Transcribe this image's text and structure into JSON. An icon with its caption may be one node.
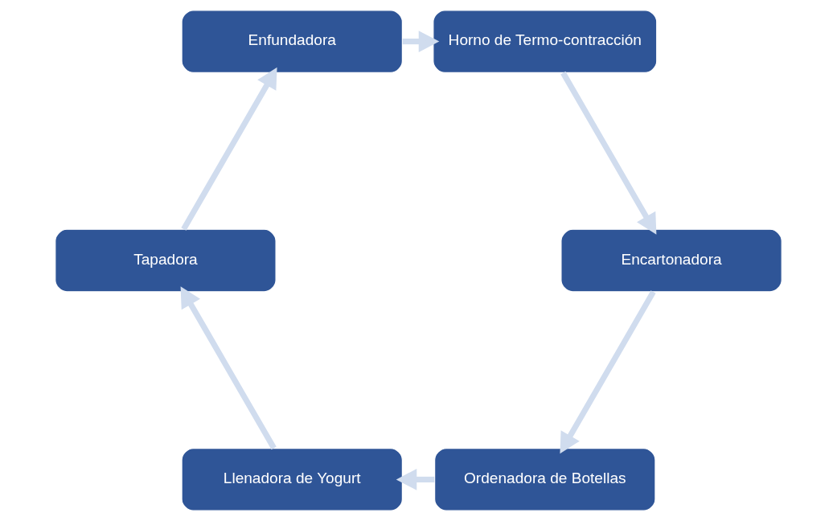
{
  "diagram": {
    "nodes": [
      {
        "text": [
          "Ordenadora de Botellas"
        ]
      },
      {
        "text": [
          "Llenadora de Yogurt"
        ]
      },
      {
        "text": [
          "Tapadora"
        ]
      },
      {
        "text": [
          "Enfundadora"
        ]
      },
      {
        "text": [
          "Horno de Termo-contracción"
        ]
      },
      {
        "text": [
          "Encartonadora"
        ]
      }
    ],
    "edges": [
      {
        "from": 0,
        "to": 1,
        "arrow": "to"
      },
      {
        "from": 1,
        "to": 2,
        "arrow": "to"
      },
      {
        "from": 2,
        "to": 3,
        "arrow": "to"
      },
      {
        "from": 3,
        "to": 4,
        "arrow": "to"
      },
      {
        "from": 4,
        "to": 5,
        "arrow": "to"
      },
      {
        "from": 5,
        "to": 0,
        "arrow": "to"
      }
    ]
  }
}
